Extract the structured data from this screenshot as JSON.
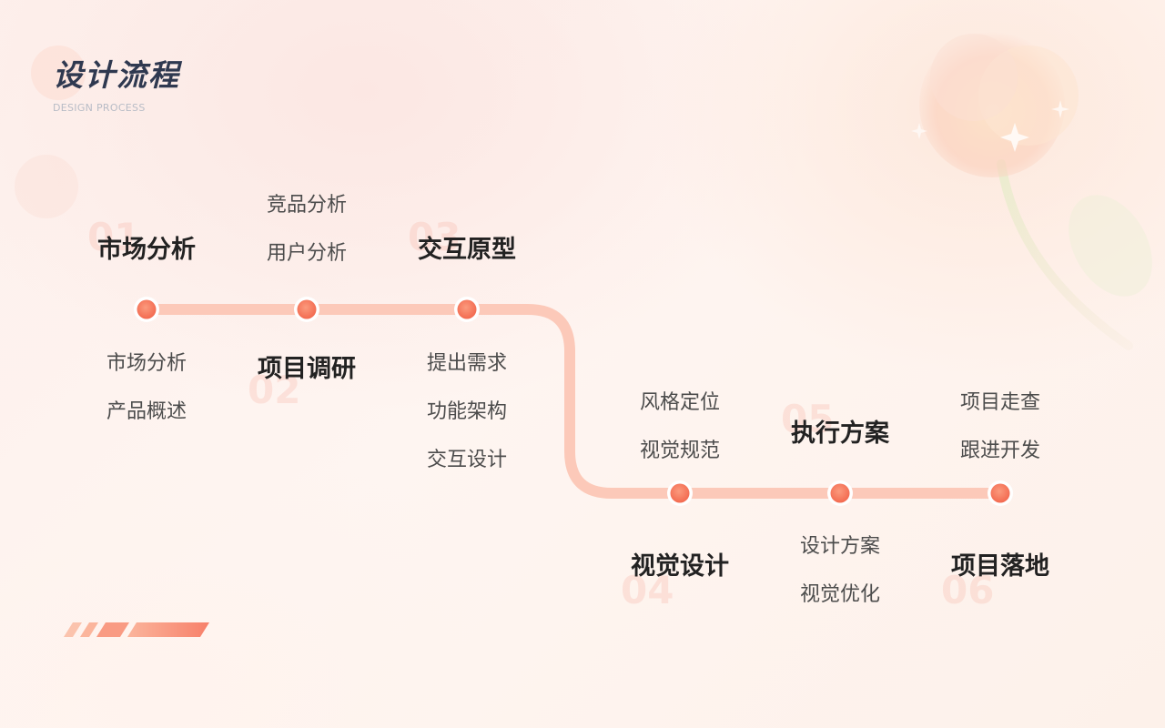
{
  "header": {
    "title": "设计流程",
    "subtitle": "DESIGN PROCESS"
  },
  "colors": {
    "track": "#fcc9b9",
    "node": "#f66e53",
    "title": "#2f3950",
    "number": "#f89e8c"
  },
  "steps": [
    {
      "num": "01",
      "title": "市场分析",
      "items": [
        "市场分析",
        "产品概述"
      ]
    },
    {
      "num": "02",
      "title": "项目调研",
      "items": [
        "竞品分析",
        "用户分析"
      ]
    },
    {
      "num": "03",
      "title": "交互原型",
      "items": [
        "提出需求",
        "功能架构",
        "交互设计"
      ]
    },
    {
      "num": "04",
      "title": "视觉设计",
      "items": [
        "风格定位",
        "视觉规范"
      ]
    },
    {
      "num": "05",
      "title": "执行方案",
      "items": [
        "设计方案",
        "视觉优化"
      ]
    },
    {
      "num": "06",
      "title": "项目落地",
      "items": [
        "项目走查",
        "跟进开发"
      ]
    }
  ]
}
